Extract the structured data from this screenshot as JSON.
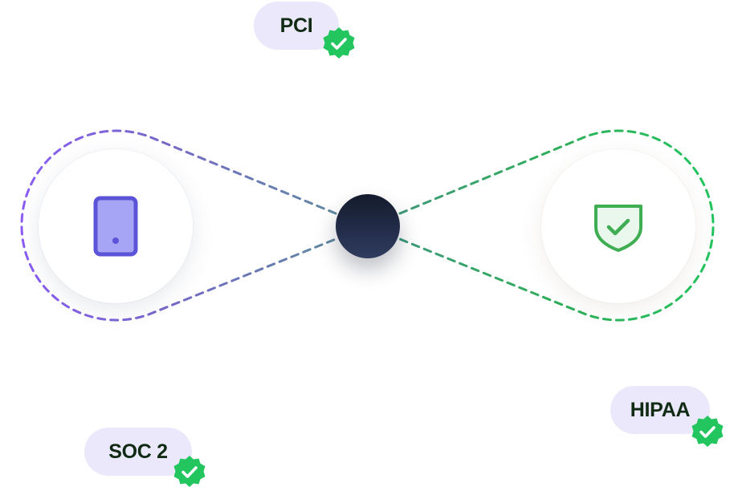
{
  "diagram": {
    "badges": {
      "pci": {
        "label": "PCI"
      },
      "hipaa": {
        "label": "HIPAA"
      },
      "soc2": {
        "label": "SOC 2"
      }
    },
    "icons": {
      "left_node": "tablet-icon",
      "right_node": "shield-check-icon",
      "badge_seal": "verified-check-icon"
    },
    "colors": {
      "left_loop": "#8b5cf6",
      "right_loop": "#22c55e",
      "left_connector": "#5f84a0",
      "right_connector": "#3f9a78",
      "hub": "#1f2740",
      "badge_bg": "#ebe8fb",
      "badge_text": "#102a14",
      "seal": "#22c55e",
      "tablet_fill": "#a5a4f5",
      "tablet_stroke": "#5b54d8",
      "shield_stroke": "#3fae52",
      "shield_fill": "#eaf7ec"
    }
  }
}
